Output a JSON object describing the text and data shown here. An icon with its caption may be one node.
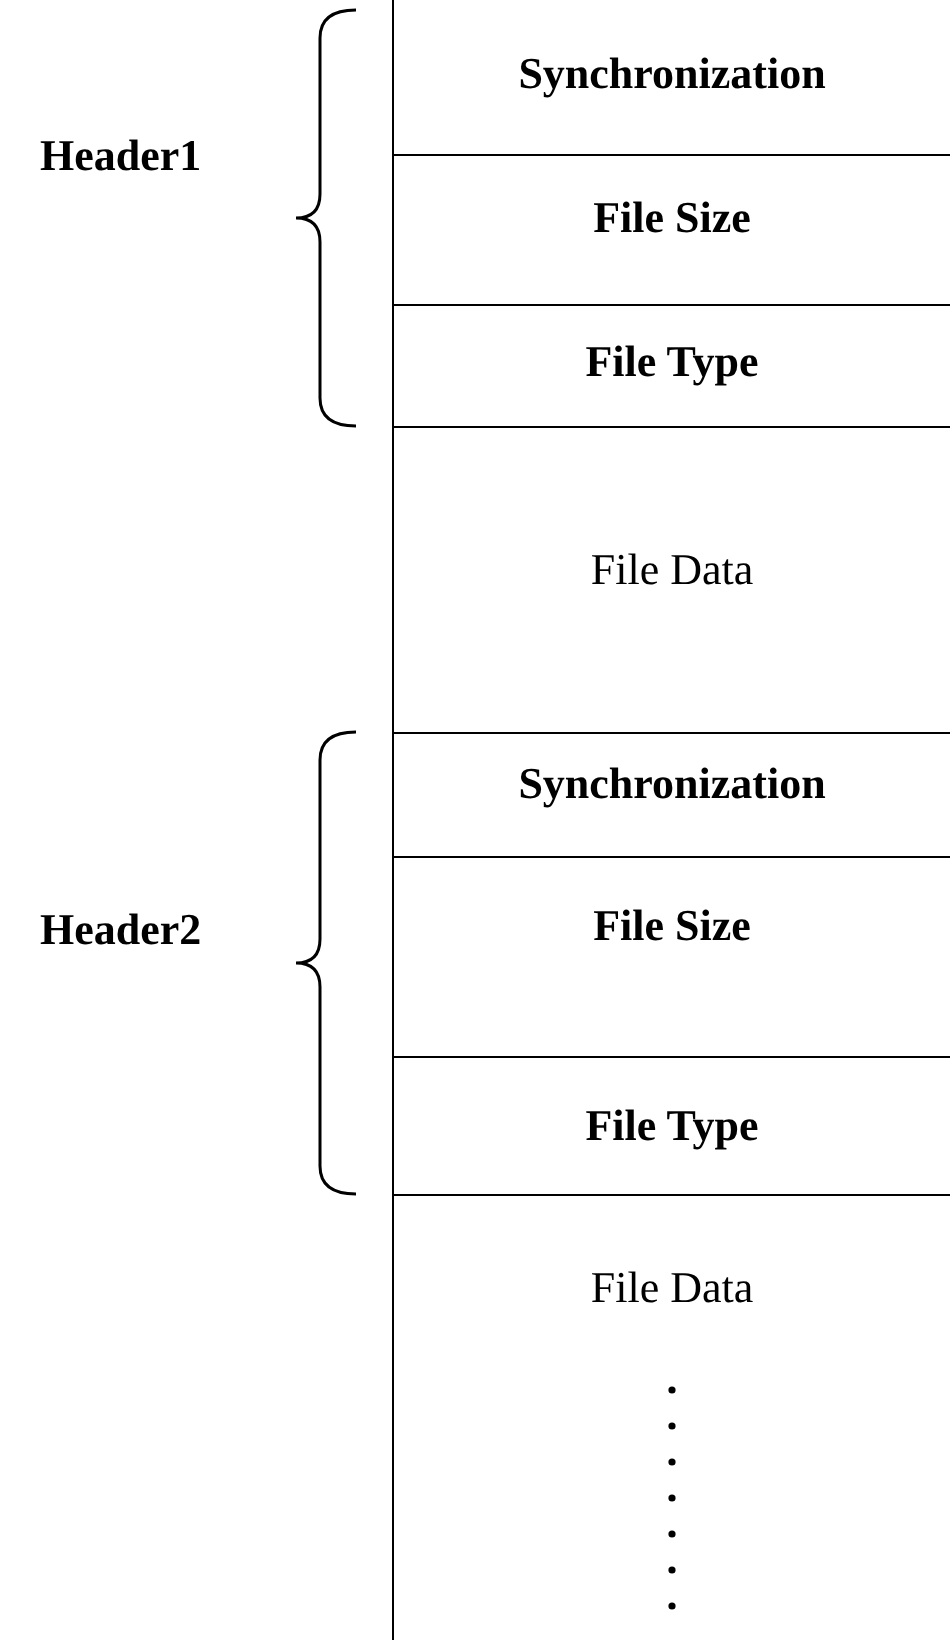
{
  "diagram": {
    "nodes": [
      {
        "text": [
          "Synchronization"
        ]
      },
      {
        "text": [
          "File Size"
        ]
      },
      {
        "text": [
          "File Type"
        ]
      },
      {
        "text": [
          "File Data"
        ]
      },
      {
        "text": [
          "Synchronization"
        ]
      },
      {
        "text": [
          "File Size"
        ]
      },
      {
        "text": [
          "File Type"
        ]
      },
      {
        "text": [
          "File Data"
        ]
      }
    ],
    "labels": [
      "Header1",
      "Header2"
    ]
  }
}
